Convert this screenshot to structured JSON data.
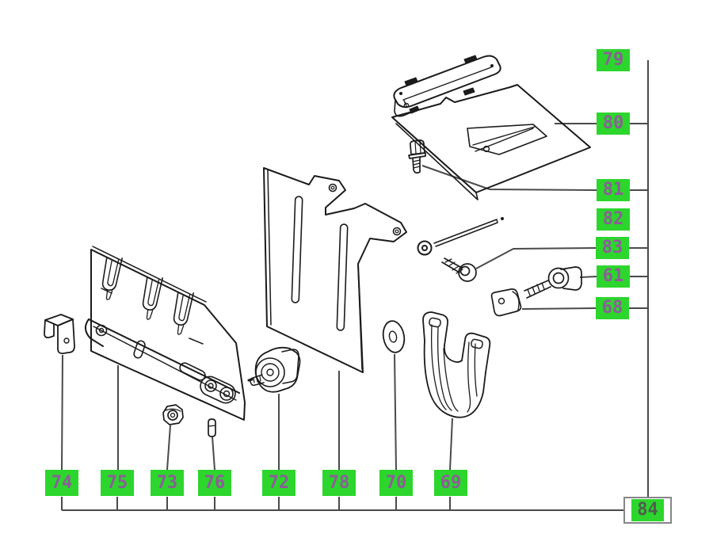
{
  "diagram": {
    "kind": "exploded-parts-diagram",
    "colors": {
      "label_background": "#2CD62C",
      "label_text": "#8E5C9A",
      "selected_label_text": "#4F5D4F",
      "selected_label_border": "#868686",
      "leader_line": "#4A4A4A",
      "drawing_line": "#1B1B1B",
      "page_background": "#FFFFFF"
    }
  },
  "labels": {
    "right": [
      {
        "id": "79"
      },
      {
        "id": "80"
      },
      {
        "id": "81"
      },
      {
        "id": "82"
      },
      {
        "id": "83"
      },
      {
        "id": "61"
      },
      {
        "id": "68"
      }
    ],
    "bottom": [
      {
        "id": "74"
      },
      {
        "id": "75"
      },
      {
        "id": "73"
      },
      {
        "id": "76"
      },
      {
        "id": "72"
      },
      {
        "id": "78"
      },
      {
        "id": "70"
      },
      {
        "id": "69"
      }
    ],
    "selected": {
      "id": "84"
    }
  }
}
